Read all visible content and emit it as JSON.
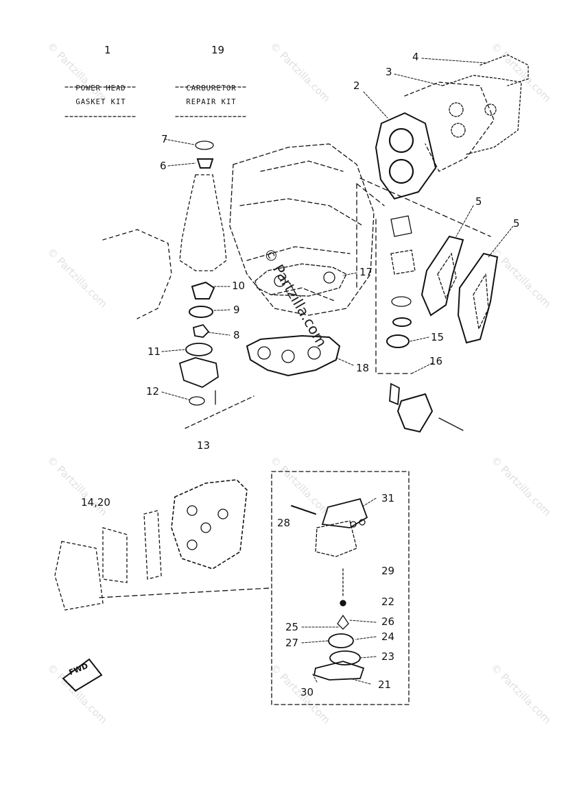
{
  "kits": {
    "power_head": {
      "number": "1",
      "line1": "POWER HEAD",
      "line2": "GASKET KIT"
    },
    "carburetor": {
      "number": "19",
      "line1": "CARBURETOR",
      "line2": "REPAIR KIT"
    }
  },
  "part_labels": {
    "p2": "2",
    "p3": "3",
    "p4": "4",
    "p5a": "5",
    "p5b": "5",
    "p6": "6",
    "p7": "7",
    "p8": "8",
    "p9": "9",
    "p10": "10",
    "p11": "11",
    "p12": "12",
    "p13": "13",
    "p14_20": "14,20",
    "p15": "15",
    "p16": "16",
    "p17": "17",
    "p18": "18",
    "p21": "21",
    "p22": "22",
    "p23": "23",
    "p24": "24",
    "p25": "25",
    "p26": "26",
    "p27": "27",
    "p28": "28",
    "p29": "29",
    "p30": "30",
    "p31": "31"
  },
  "direction_badge": "FWD",
  "watermark": {
    "text": "Partzilla.com",
    "symbol": "©"
  },
  "colors": {
    "ink": "#111111",
    "watermark": "rgba(0,0,0,0.13)",
    "background": "#ffffff"
  }
}
